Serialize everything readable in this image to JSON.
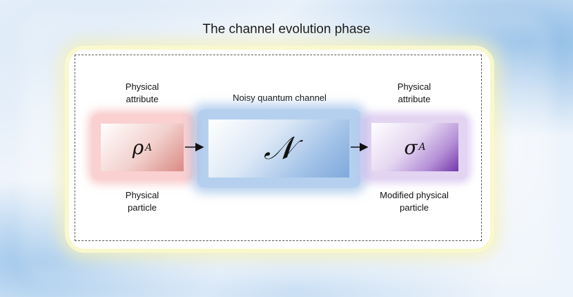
{
  "title": "The channel evolution phase",
  "left": {
    "top_label": [
      "Physical",
      "attribute"
    ],
    "bottom_label": [
      "Physical",
      "particle"
    ],
    "symbol": "ρ",
    "subscript": "A"
  },
  "middle": {
    "top_label": "Noisy quantum channel",
    "symbol": "𝒩"
  },
  "right": {
    "top_label": [
      "Physical",
      "attribute"
    ],
    "bottom_label": [
      "Modified physical",
      "particle"
    ],
    "symbol": "σ",
    "subscript": "A"
  },
  "colors": {
    "input_box": "#d98a84",
    "channel_box": "#7fa9dc",
    "output_box": "#7338a8",
    "frame_glow": "#f5f0af"
  }
}
